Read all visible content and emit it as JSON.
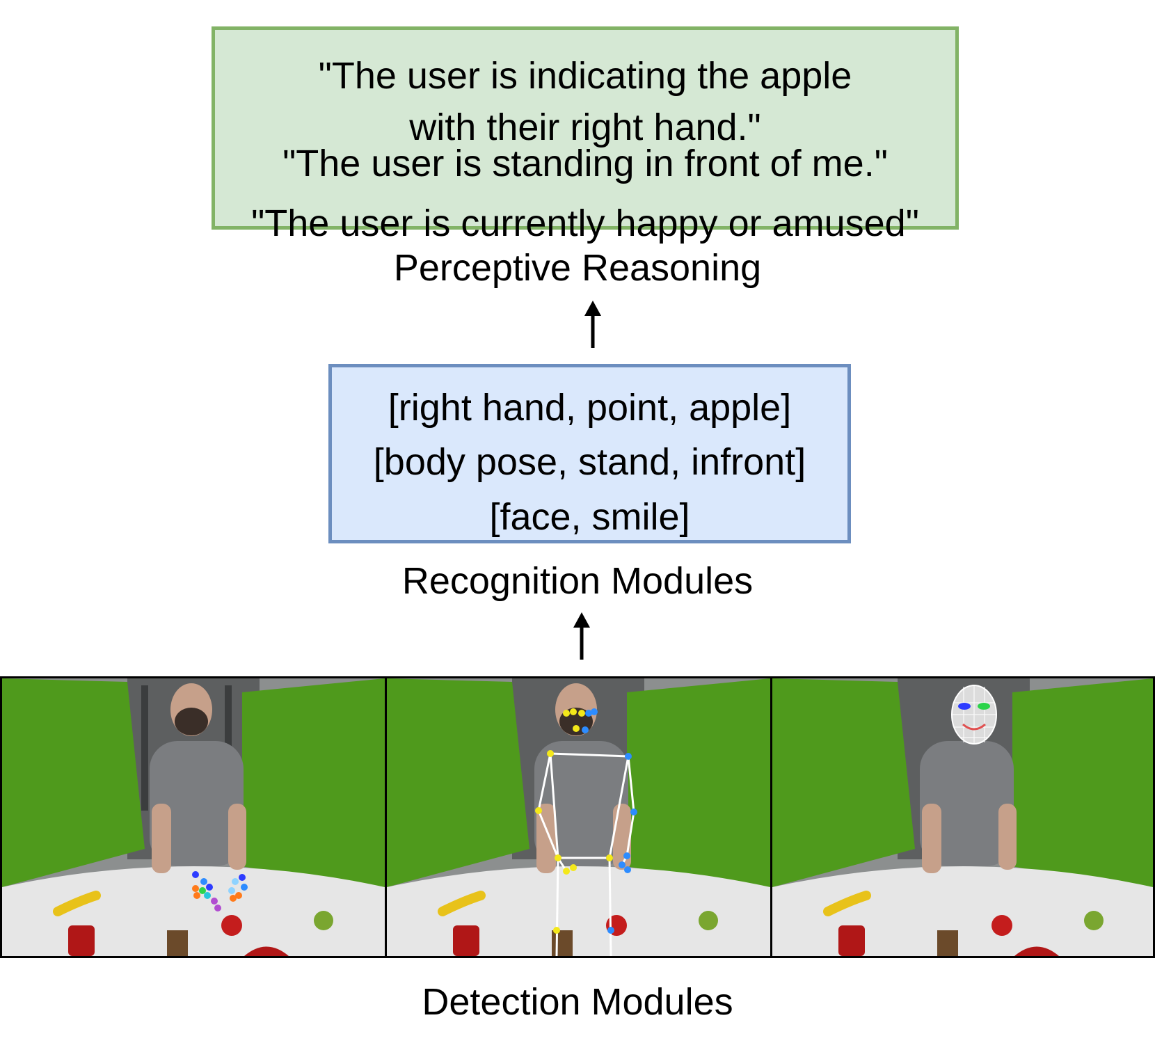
{
  "reasoning_box": {
    "line1": "\"The user is indicating the apple",
    "line2": "with their right hand.\"",
    "line3": "\"The user is standing in front of me.\"",
    "line4": "\"The user is currently happy or amused\""
  },
  "reasoning_label": "Perceptive Reasoning",
  "recognition_box": {
    "line1": "[right hand, point, apple]",
    "line2": "[body pose, stand, infront]",
    "line3": "[face, smile]"
  },
  "recognition_label": "Recognition Modules",
  "detection_label": "Detection Modules",
  "colors": {
    "green_fill": "#d5e8d4",
    "green_border": "#82b366",
    "blue_fill": "#dae8fc",
    "blue_border": "#6c8ebf",
    "backdrop_green": "#4f9a1c",
    "table": "#e6e6e6",
    "shirt": "#7b7d80"
  },
  "panels": [
    {
      "overlay": "hand-keypoints"
    },
    {
      "overlay": "body-pose-skeleton"
    },
    {
      "overlay": "face-mesh"
    }
  ]
}
